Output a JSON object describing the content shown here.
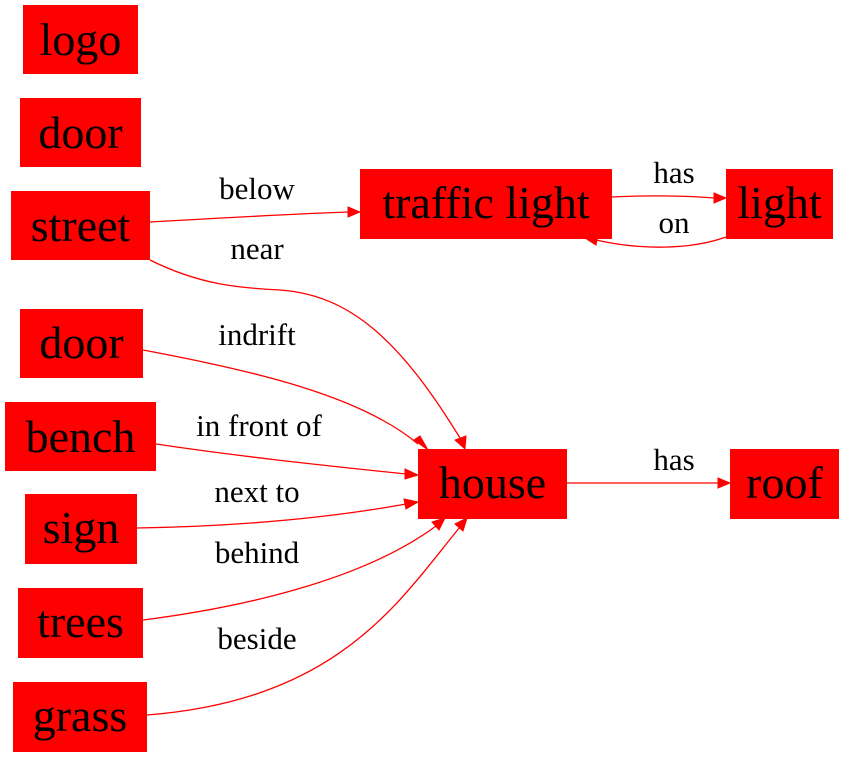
{
  "colors": {
    "node_fill": "#ff0000",
    "edge_stroke": "#ff0000",
    "text": "#000000",
    "background": "#ffffff"
  },
  "nodes": {
    "logo": "logo",
    "door1": "door",
    "street": "street",
    "traffic_light": "traffic light",
    "light": "light",
    "door2": "door",
    "bench": "bench",
    "sign": "sign",
    "trees": "trees",
    "grass": "grass",
    "house": "house",
    "roof": "roof"
  },
  "edges": {
    "street_traffic_light": "below",
    "street_house": "near",
    "traffic_light_light": "has",
    "light_traffic_light": "on",
    "door_house": "indrift",
    "bench_house": "in front of",
    "sign_house": "next to",
    "trees_house": "behind",
    "grass_house": "beside",
    "house_roof": "has"
  }
}
